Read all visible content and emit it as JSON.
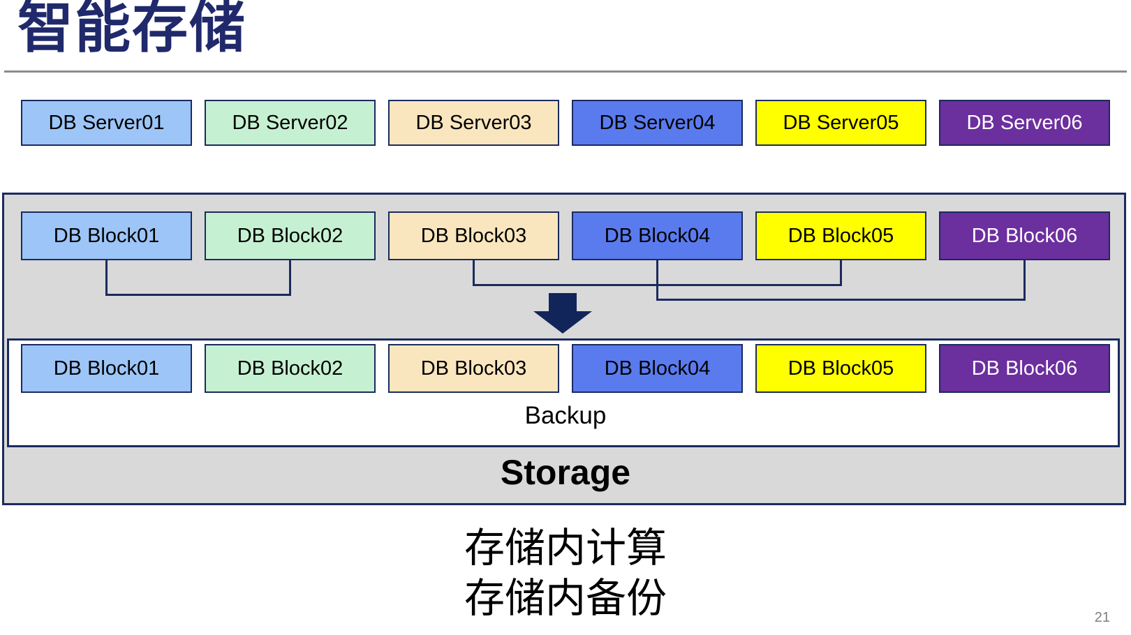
{
  "slide": {
    "title": "智能存储",
    "page_number": "21"
  },
  "palette": {
    "navy": "#1B2A5E",
    "title_navy": "#20296B",
    "arrow_navy": "#12255A",
    "gray_fill": "#D9D9D9",
    "rule_gray": "#8C8C8C",
    "page_number_gray": "#7F7F7F"
  },
  "servers": [
    {
      "label": "DB Server01",
      "fill": "#9DC5F7",
      "text_color": "#000000"
    },
    {
      "label": "DB Server02",
      "fill": "#C6F0D2",
      "text_color": "#000000"
    },
    {
      "label": "DB Server03",
      "fill": "#F9E6BF",
      "text_color": "#000000"
    },
    {
      "label": "DB Server04",
      "fill": "#5A7BEE",
      "text_color": "#000000"
    },
    {
      "label": "DB Server05",
      "fill": "#FFFF00",
      "text_color": "#000000"
    },
    {
      "label": "DB Server06",
      "fill": "#6C2F9E",
      "text_color": "#FFFFFF"
    }
  ],
  "storage_box": {
    "blocks_top": [
      {
        "label": "DB Block01",
        "fill": "#9DC5F7",
        "text_color": "#000000"
      },
      {
        "label": "DB Block02",
        "fill": "#C6F0D2",
        "text_color": "#000000"
      },
      {
        "label": "DB Block03",
        "fill": "#F9E6BF",
        "text_color": "#000000"
      },
      {
        "label": "DB Block04",
        "fill": "#5A7BEE",
        "text_color": "#000000"
      },
      {
        "label": "DB Block05",
        "fill": "#FFFF00",
        "text_color": "#000000"
      },
      {
        "label": "DB Block06",
        "fill": "#6C2F9E",
        "text_color": "#FFFFFF"
      }
    ],
    "blocks_bottom": [
      {
        "label": "DB Block01",
        "fill": "#9DC5F7",
        "text_color": "#000000"
      },
      {
        "label": "DB Block02",
        "fill": "#C6F0D2",
        "text_color": "#000000"
      },
      {
        "label": "DB Block03",
        "fill": "#F9E6BF",
        "text_color": "#000000"
      },
      {
        "label": "DB Block04",
        "fill": "#5A7BEE",
        "text_color": "#000000"
      },
      {
        "label": "DB Block05",
        "fill": "#FFFF00",
        "text_color": "#000000"
      },
      {
        "label": "DB Block06",
        "fill": "#6C2F9E",
        "text_color": "#FFFFFF"
      }
    ],
    "backup_label": "Backup",
    "storage_label": "Storage"
  },
  "caption": {
    "line1": "存储内计算",
    "line2": "存储内备份"
  }
}
